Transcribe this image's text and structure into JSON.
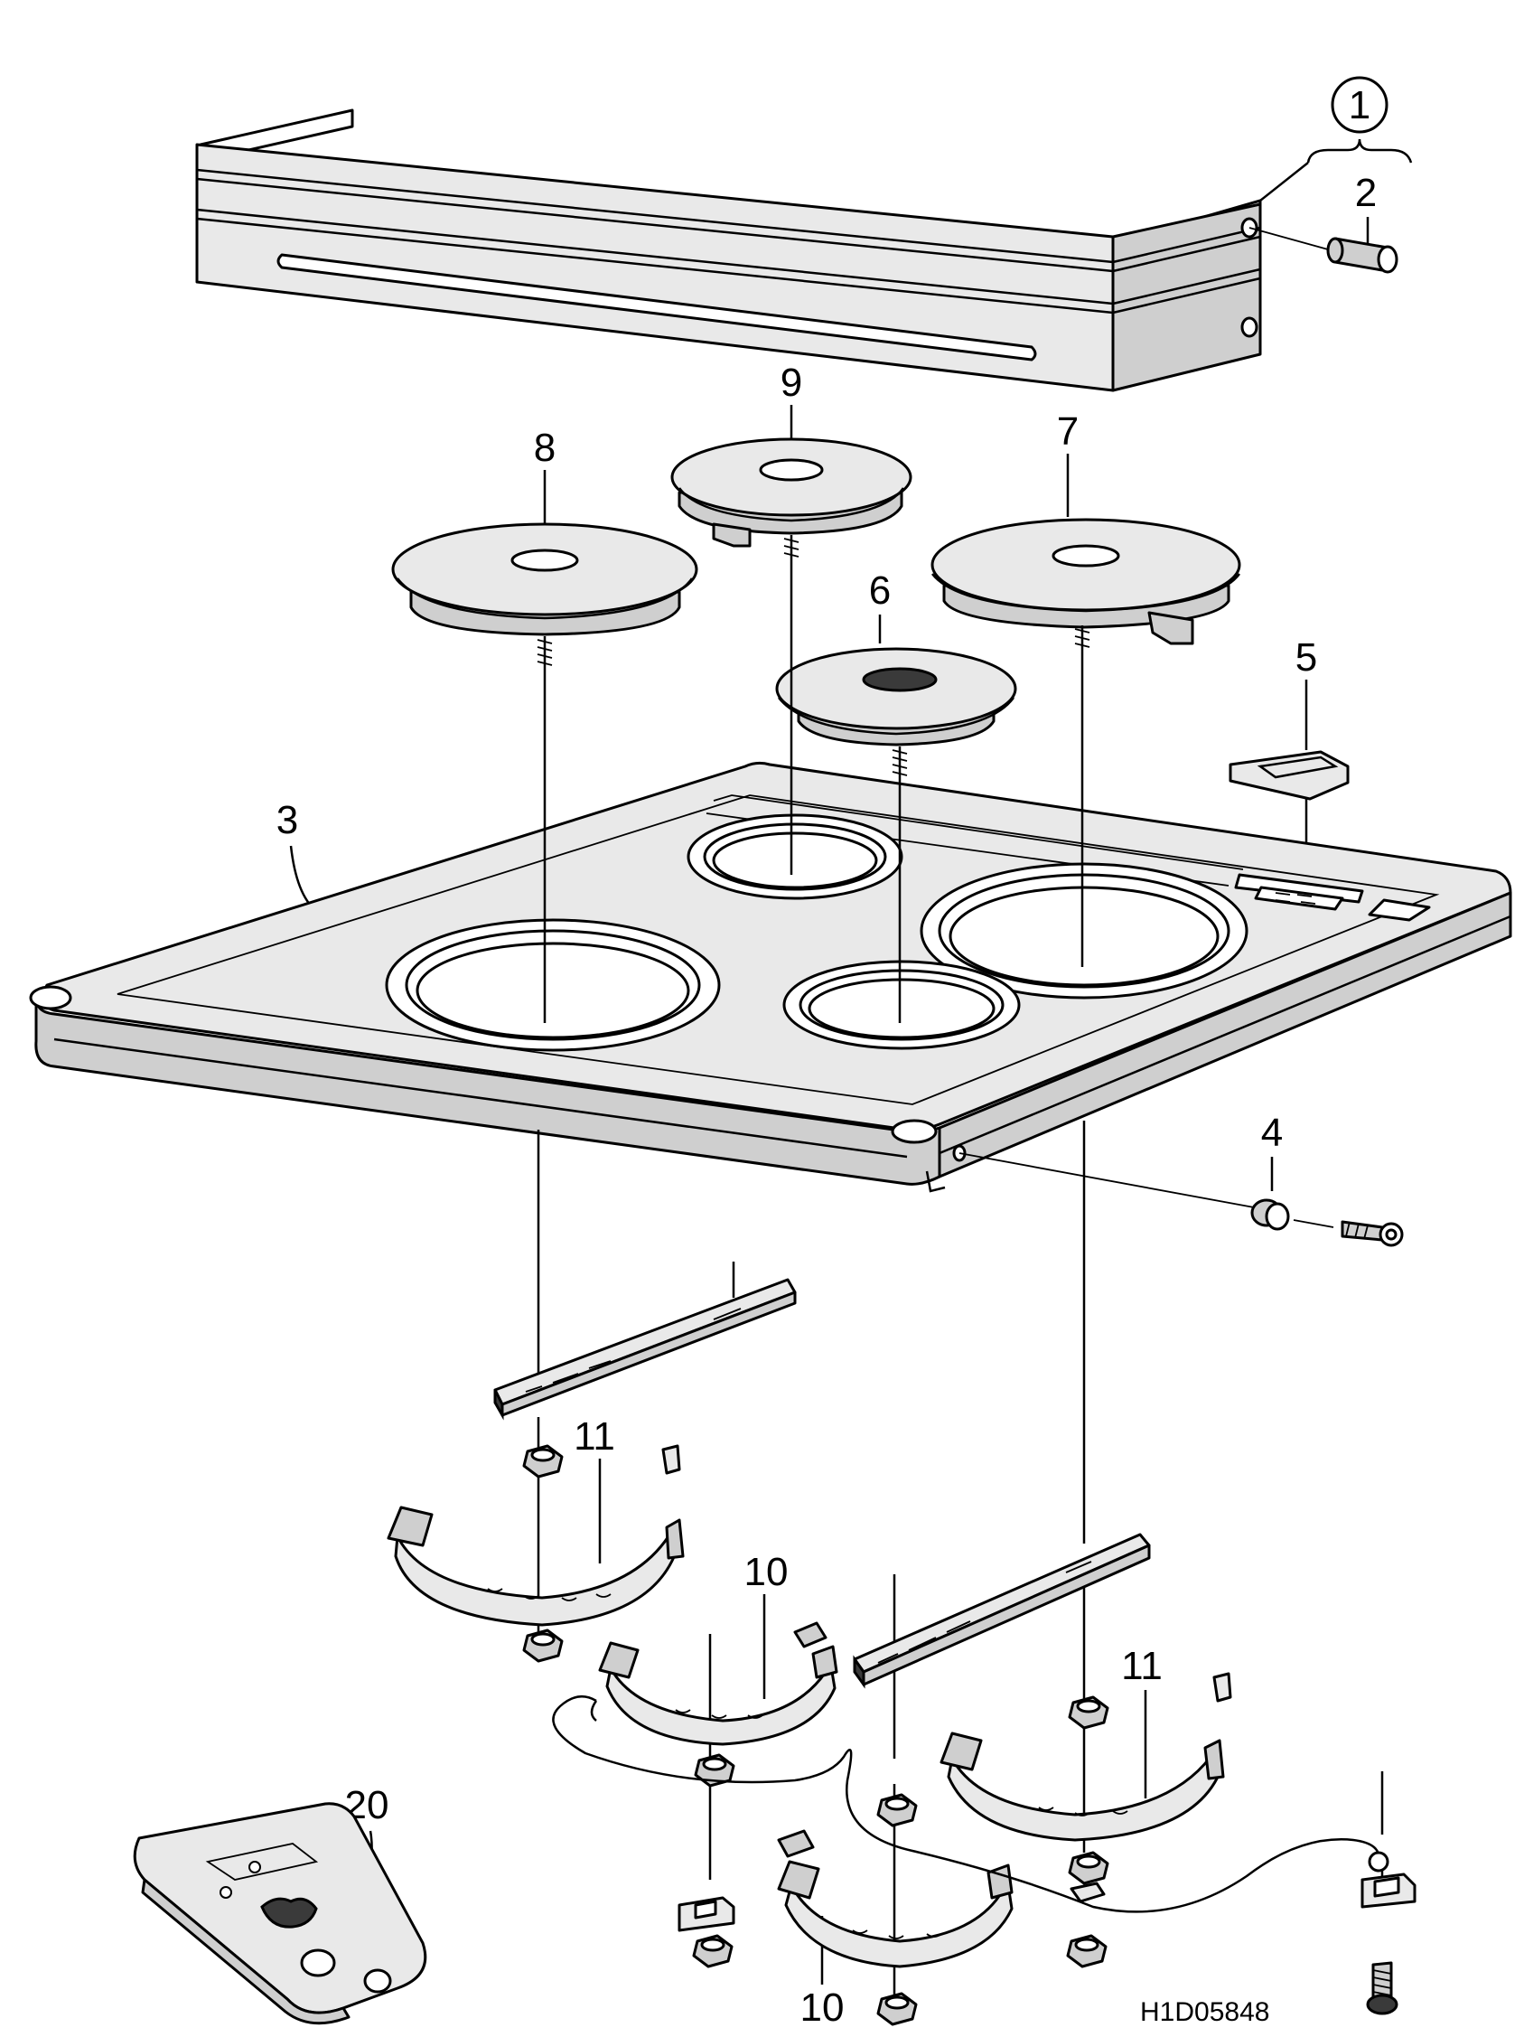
{
  "diagram": {
    "callouts": {
      "c1": "1",
      "c2": "2",
      "c3": "3",
      "c4": "4",
      "c5": "5",
      "c6": "6",
      "c7": "7",
      "c8": "8",
      "c9": "9",
      "c10a": "10",
      "c10b": "10",
      "c11a": "11",
      "c11b": "11",
      "c20": "20"
    },
    "drawing_reference": "H1D05848"
  }
}
